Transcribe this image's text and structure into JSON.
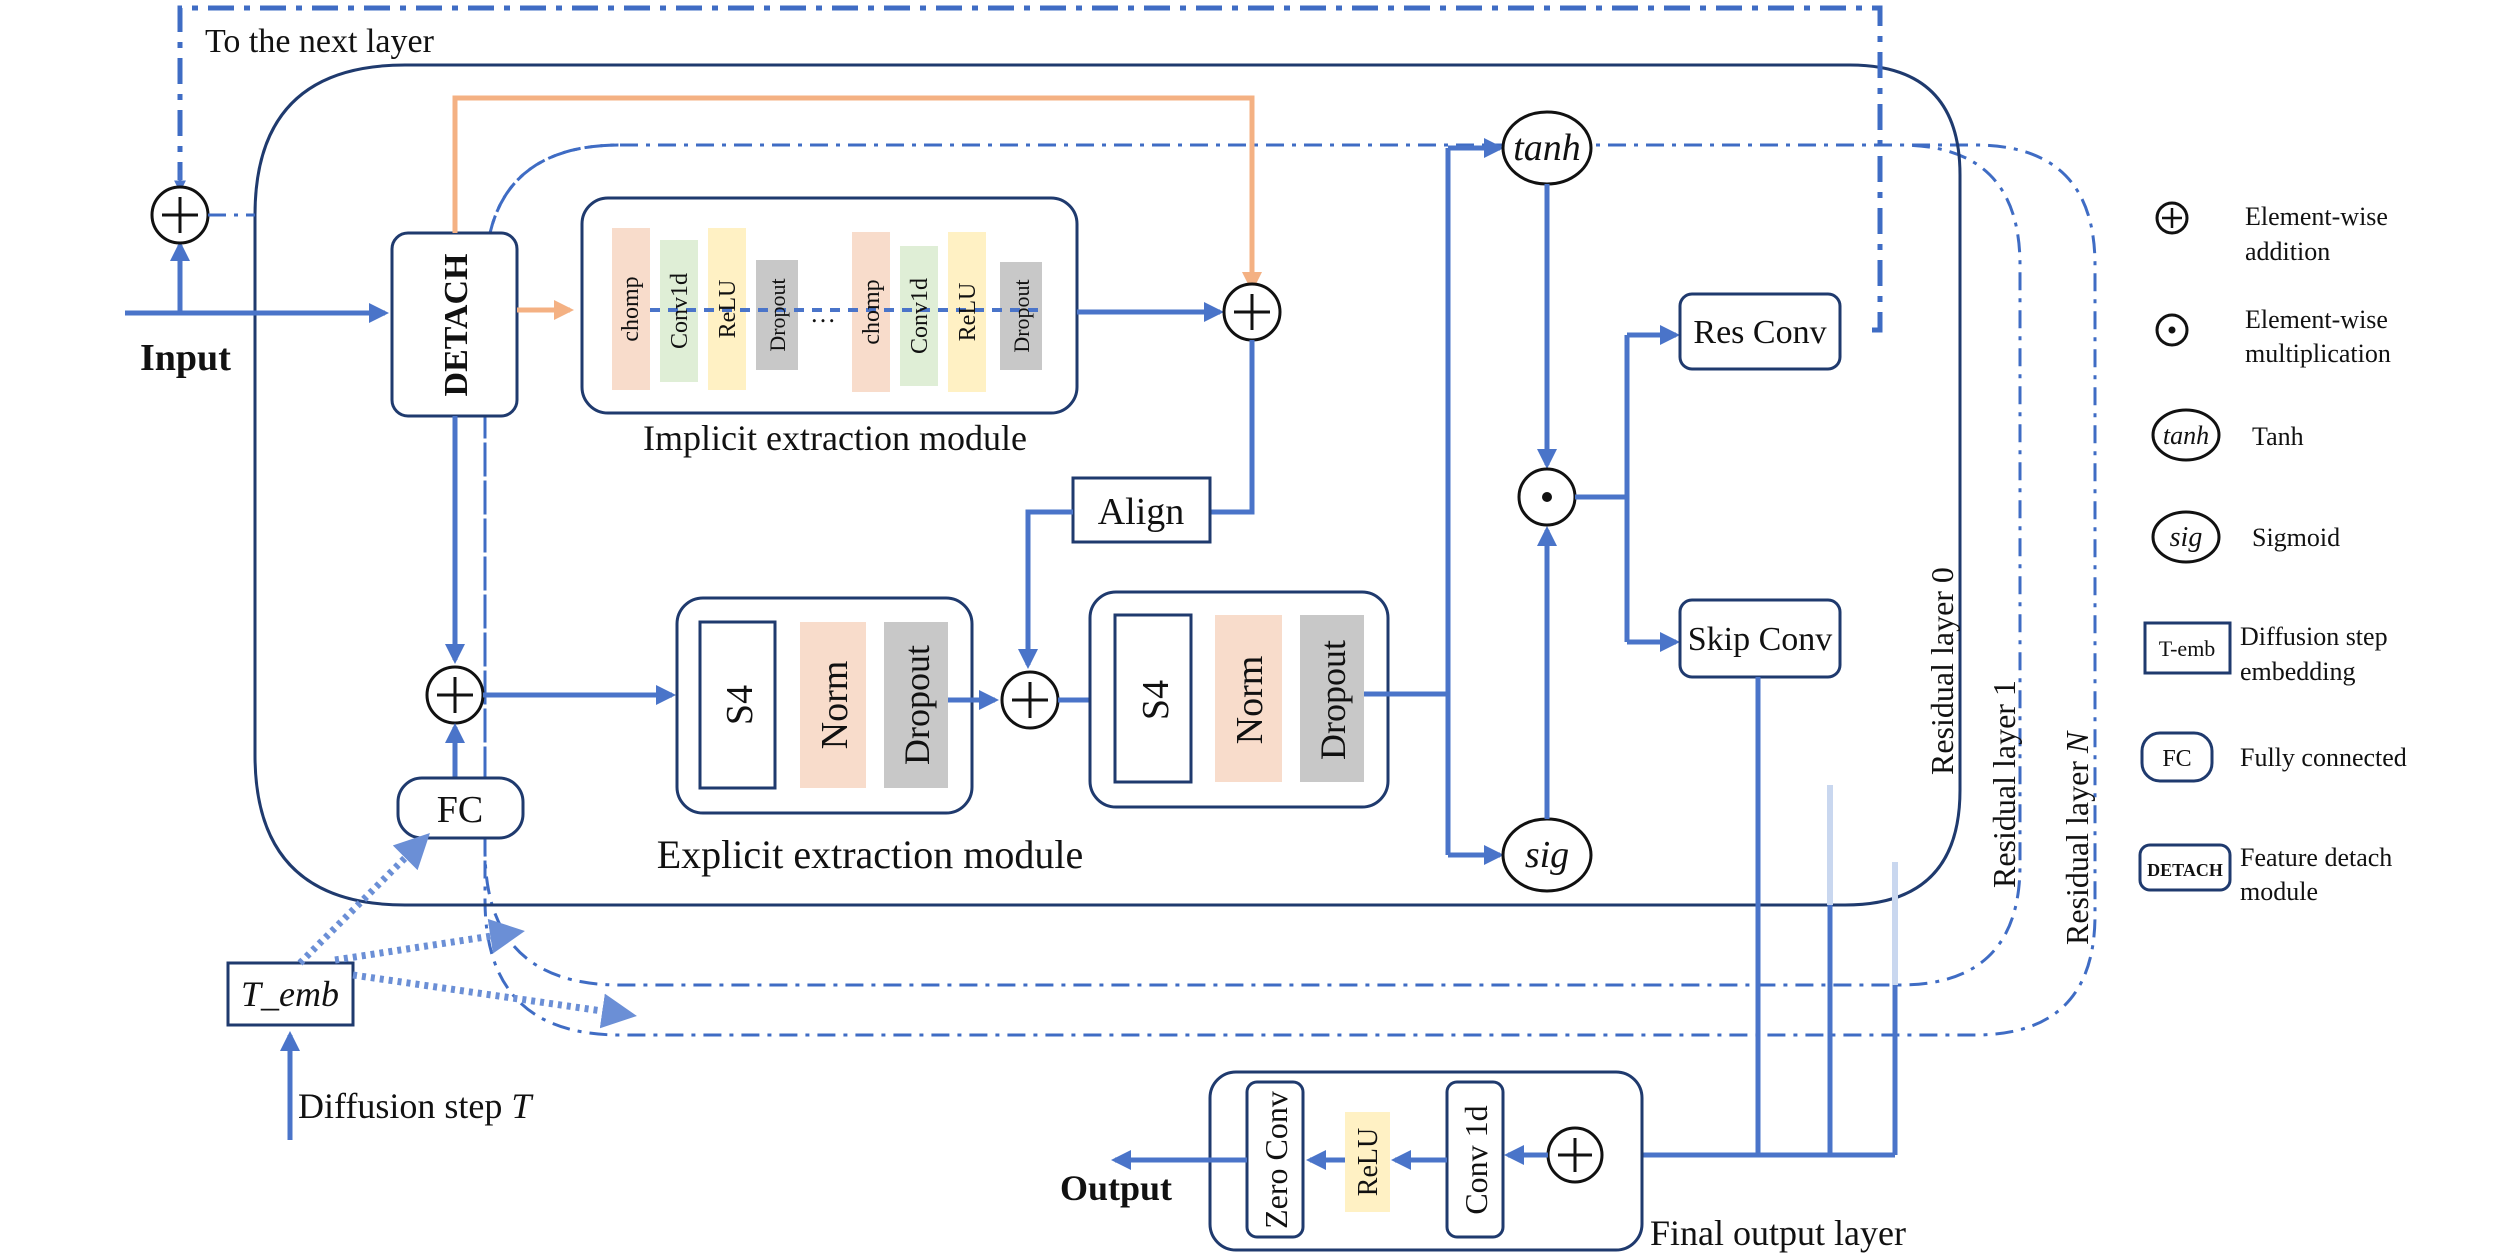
{
  "labels": {
    "to_next_layer": "To the next layer",
    "input": "Input",
    "detach": "DETACH",
    "implicit_module": "Implicit extraction module",
    "explicit_module": "Explicit extraction module",
    "align": "Align",
    "fc": "FC",
    "t_emb": "T_emb",
    "diffusion_step_prefix": "Diffusion step ",
    "diffusion_step_var": "T",
    "tanh": "tanh",
    "sig": "sig",
    "res_conv": "Res Conv",
    "skip_conv": "Skip Conv",
    "residual_layer_0": "Residual layer 0",
    "residual_layer_1": "Residual layer 1",
    "residual_layer_n_prefix": "Residual layer ",
    "residual_layer_n_var": "N",
    "output": "Output",
    "final_output_layer": "Final output layer",
    "ellipsis": "…"
  },
  "implicit_blocks": [
    "chomp",
    "Conv1d",
    "ReLU",
    "Dropout",
    "chomp",
    "Conv1d",
    "ReLU",
    "Dropout"
  ],
  "explicit_block_1": {
    "s4": "S4",
    "norm": "Norm",
    "dropout": "Dropout"
  },
  "explicit_block_2": {
    "s4": "S4",
    "norm": "Norm",
    "dropout": "Dropout"
  },
  "final_layer": {
    "zero_conv": "Zero Conv",
    "relu": "ReLU",
    "conv1d": "Conv 1d"
  },
  "legend": [
    {
      "symbol": "plus",
      "text1": "Element-wise",
      "text2": "addition"
    },
    {
      "symbol": "dot",
      "text1": "Element-wise",
      "text2": "multiplication"
    },
    {
      "symbol": "tanh",
      "label": "tanh",
      "text1": "Tanh",
      "text2": ""
    },
    {
      "symbol": "sig",
      "label": "sig",
      "text1": "Sigmoid",
      "text2": ""
    },
    {
      "symbol": "temb",
      "label": "T-emb",
      "text1": "Diffusion step",
      "text2": "embedding"
    },
    {
      "symbol": "fc",
      "label": "FC",
      "text1": "Fully connected",
      "text2": ""
    },
    {
      "symbol": "detach",
      "label": "DETACH",
      "text1": "Feature detach",
      "text2": "module"
    }
  ],
  "colors": {
    "chomp": "#f8dccb",
    "conv1d": "#dfeed6",
    "relu": "#fff1c4",
    "dropout": "#c8c8c8",
    "norm": "#f8dccb",
    "line": "#4a74c9",
    "orange": "#f4b183"
  }
}
